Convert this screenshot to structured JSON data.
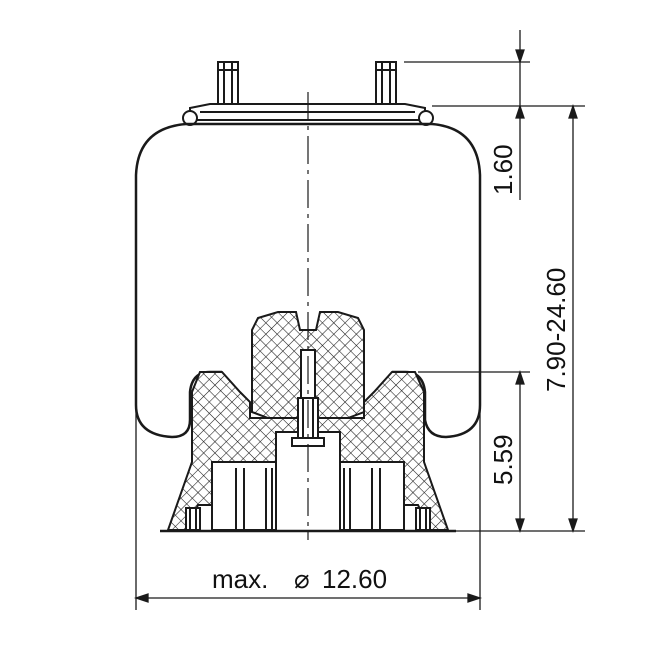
{
  "dimensions": {
    "top_offset": "1.60",
    "height_range": "7.90-24.60",
    "piston_height": "5.59",
    "max_diameter_prefix": "max.",
    "max_diameter_symbol": "⌀",
    "max_diameter_value": "12.60"
  },
  "colors": {
    "line": "#1a1a1a",
    "fill": "#ffffff",
    "hatch": "#1a1a1a"
  }
}
